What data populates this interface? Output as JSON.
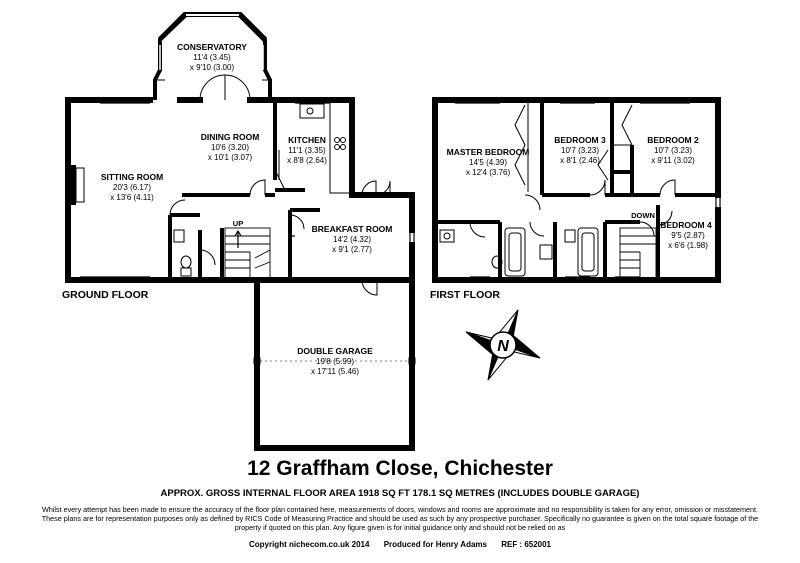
{
  "floors": {
    "ground": "GROUND FLOOR",
    "first": "FIRST FLOOR"
  },
  "rooms": {
    "conservatory": {
      "name": "CONSERVATORY",
      "dim1": "11'4 (3.45)",
      "dim2": "x 9'10 (3.00)"
    },
    "dining": {
      "name": "DINING ROOM",
      "dim1": "10'6 (3.20)",
      "dim2": "x 10'1 (3.07)"
    },
    "kitchen": {
      "name": "KITCHEN",
      "dim1": "11'1 (3.35)",
      "dim2": "x 8'8 (2.64)"
    },
    "sitting": {
      "name": "SITTING ROOM",
      "dim1": "20'3 (6.17)",
      "dim2": "x 13'6 (4.11)"
    },
    "breakfast": {
      "name": "BREAKFAST ROOM",
      "dim1": "14'2 (4.32)",
      "dim2": "x 9'1 (2.77)"
    },
    "garage": {
      "name": "DOUBLE GARAGE",
      "dim1": "19'8 (5.99)",
      "dim2": "x 17'11 (5.46)"
    },
    "master": {
      "name": "MASTER BEDROOM",
      "dim1": "14'5 (4.39)",
      "dim2": "x 12'4 (3.76)"
    },
    "bed3": {
      "name": "BEDROOM 3",
      "dim1": "10'7 (3.23)",
      "dim2": "x 8'1 (2.46)"
    },
    "bed2": {
      "name": "BEDROOM 2",
      "dim1": "10'7 (3.23)",
      "dim2": "x 9'11 (3.02)"
    },
    "bed4": {
      "name": "BEDROOM 4",
      "dim1": "9'5 (2.87)",
      "dim2": "x 6'6 (1.98)"
    }
  },
  "labels": {
    "up": "UP",
    "down": "DOWN",
    "north": "N"
  },
  "title": "12 Graffham Close, Chichester",
  "area": "APPROX. GROSS INTERNAL FLOOR AREA 1918 SQ FT 178.1 SQ METRES (INCLUDES DOUBLE GARAGE)",
  "disclaimer": "Whilst every attempt has been made to ensure the accuracy of the floor plan contained here, measurements of doors, windows and rooms are approximate and no responsibility is taken for any error, omission or misstatement. These plans are for representation purposes only as defined by RICS Code of Measuring Practice and should be used as such by any prospective purchaser.  Specifically no guarantee is given on the total square footage of the property if quoted on this plan. Any figure given is for initial guidance only and should not be relied on as",
  "credit": {
    "copyright": "Copyright nichecom.co.uk 2014",
    "produced": "Produced for Henry Adams",
    "ref": "REF : 652001"
  }
}
